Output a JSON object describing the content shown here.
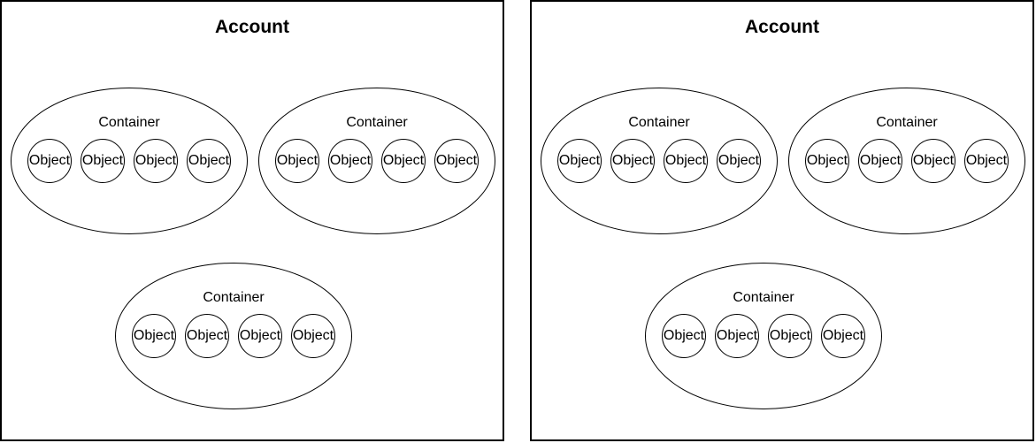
{
  "diagram": {
    "background_color": "#ffffff",
    "stroke_color": "#000000",
    "text_color": "#000000"
  },
  "panels": [
    {
      "title": "Account",
      "containers": [
        {
          "label": "Container",
          "objects": [
            "Object",
            "Object",
            "Object",
            "Object"
          ]
        },
        {
          "label": "Container",
          "objects": [
            "Object",
            "Object",
            "Object",
            "Object"
          ]
        },
        {
          "label": "Container",
          "objects": [
            "Object",
            "Object",
            "Object",
            "Object"
          ]
        }
      ]
    },
    {
      "title": "Account",
      "containers": [
        {
          "label": "Container",
          "objects": [
            "Object",
            "Object",
            "Object",
            "Object"
          ]
        },
        {
          "label": "Container",
          "objects": [
            "Object",
            "Object",
            "Object",
            "Object"
          ]
        },
        {
          "label": "Container",
          "objects": [
            "Object",
            "Object",
            "Object",
            "Object"
          ]
        }
      ]
    }
  ]
}
